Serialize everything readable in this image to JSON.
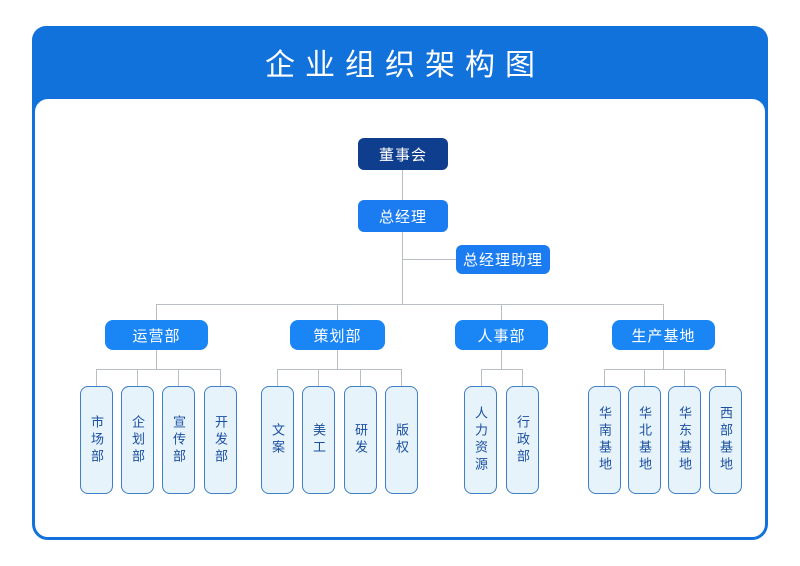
{
  "header": {
    "title": "企业组织架构图",
    "bg_color": "#1272dc",
    "text_color": "#ffffff"
  },
  "card": {
    "border_color": "#1272dc",
    "bg_color": "#ffffff"
  },
  "colors": {
    "board_box": "#103e8e",
    "manager_box": "#1a7cf0",
    "dept_box": "#1a85f5",
    "leaf_box_fill": "#e6f3fb",
    "leaf_box_border": "#3f7fc6",
    "leaf_text": "#1c4fa0",
    "connector": "#b9bec4"
  },
  "chart_data": {
    "type": "diagram",
    "title": "企业组织架构图",
    "root": {
      "label": "董事会",
      "style": "board"
    },
    "manager": {
      "label": "总经理",
      "style": "manager"
    },
    "assistant": {
      "label": "总经理助理",
      "style": "manager"
    },
    "departments": [
      {
        "label": "运营部",
        "children": [
          "市场部",
          "企划部",
          "宣传部",
          "开发部"
        ]
      },
      {
        "label": "策划部",
        "children": [
          "文案",
          "美工",
          "研发",
          "版权"
        ]
      },
      {
        "label": "人事部",
        "children": [
          "人力资源",
          "行政部"
        ]
      },
      {
        "label": "生产基地",
        "children": [
          "华南基地",
          "华北基地",
          "华东基地",
          "西部基地"
        ]
      }
    ]
  }
}
